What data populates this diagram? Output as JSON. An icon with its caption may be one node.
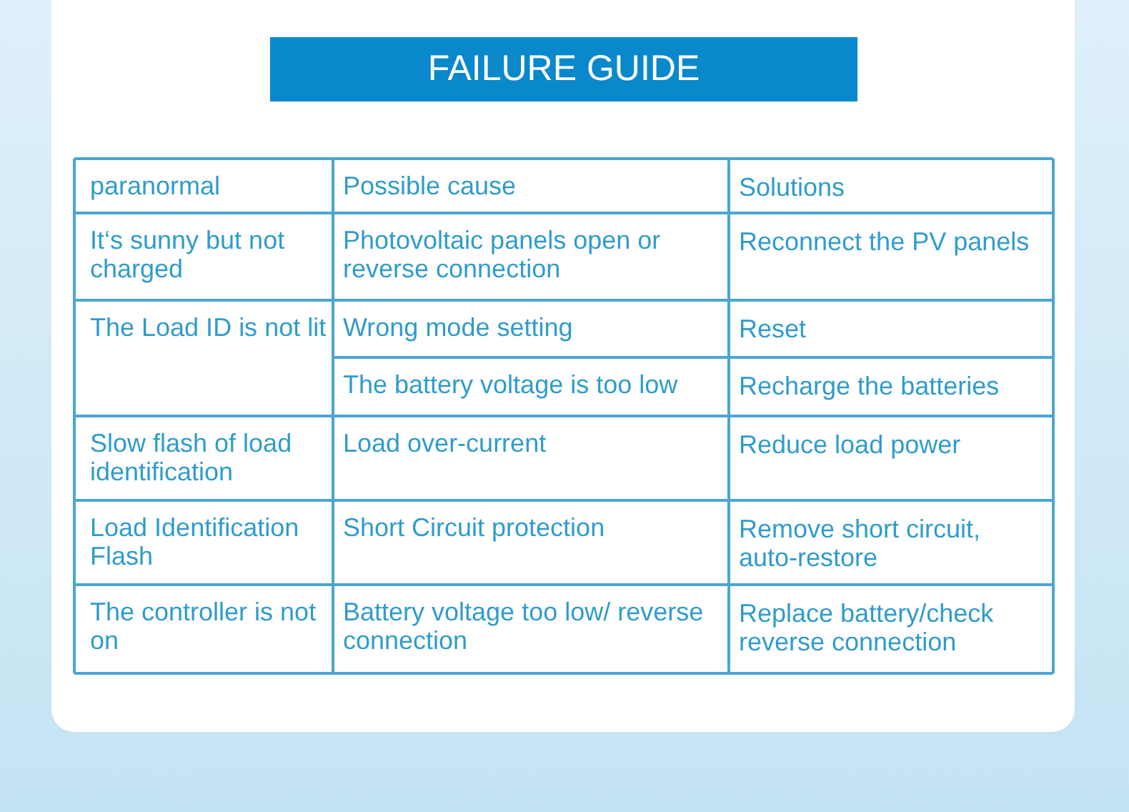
{
  "diagram": {
    "title": "FAILURE GUIDE",
    "labels": [
      "paranormal",
      "Possible cause",
      "Solutions",
      "It‘s sunny but not charged",
      "Photovoltaic panels open or reverse connection",
      "Reconnect the PV panels",
      "The Load ID is not lit",
      "Wrong mode setting",
      "Reset",
      "The battery voltage is too low",
      "Recharge the batteries",
      "Slow flash of load identification",
      "Load over-current",
      "Reduce load power",
      "Load Identification Flash",
      "Short Circuit protection",
      "Remove short circuit, auto-restore",
      "The controller is not on",
      "Battery voltage too low/ reverse connection",
      "Replace battery/check reverse connection"
    ]
  }
}
